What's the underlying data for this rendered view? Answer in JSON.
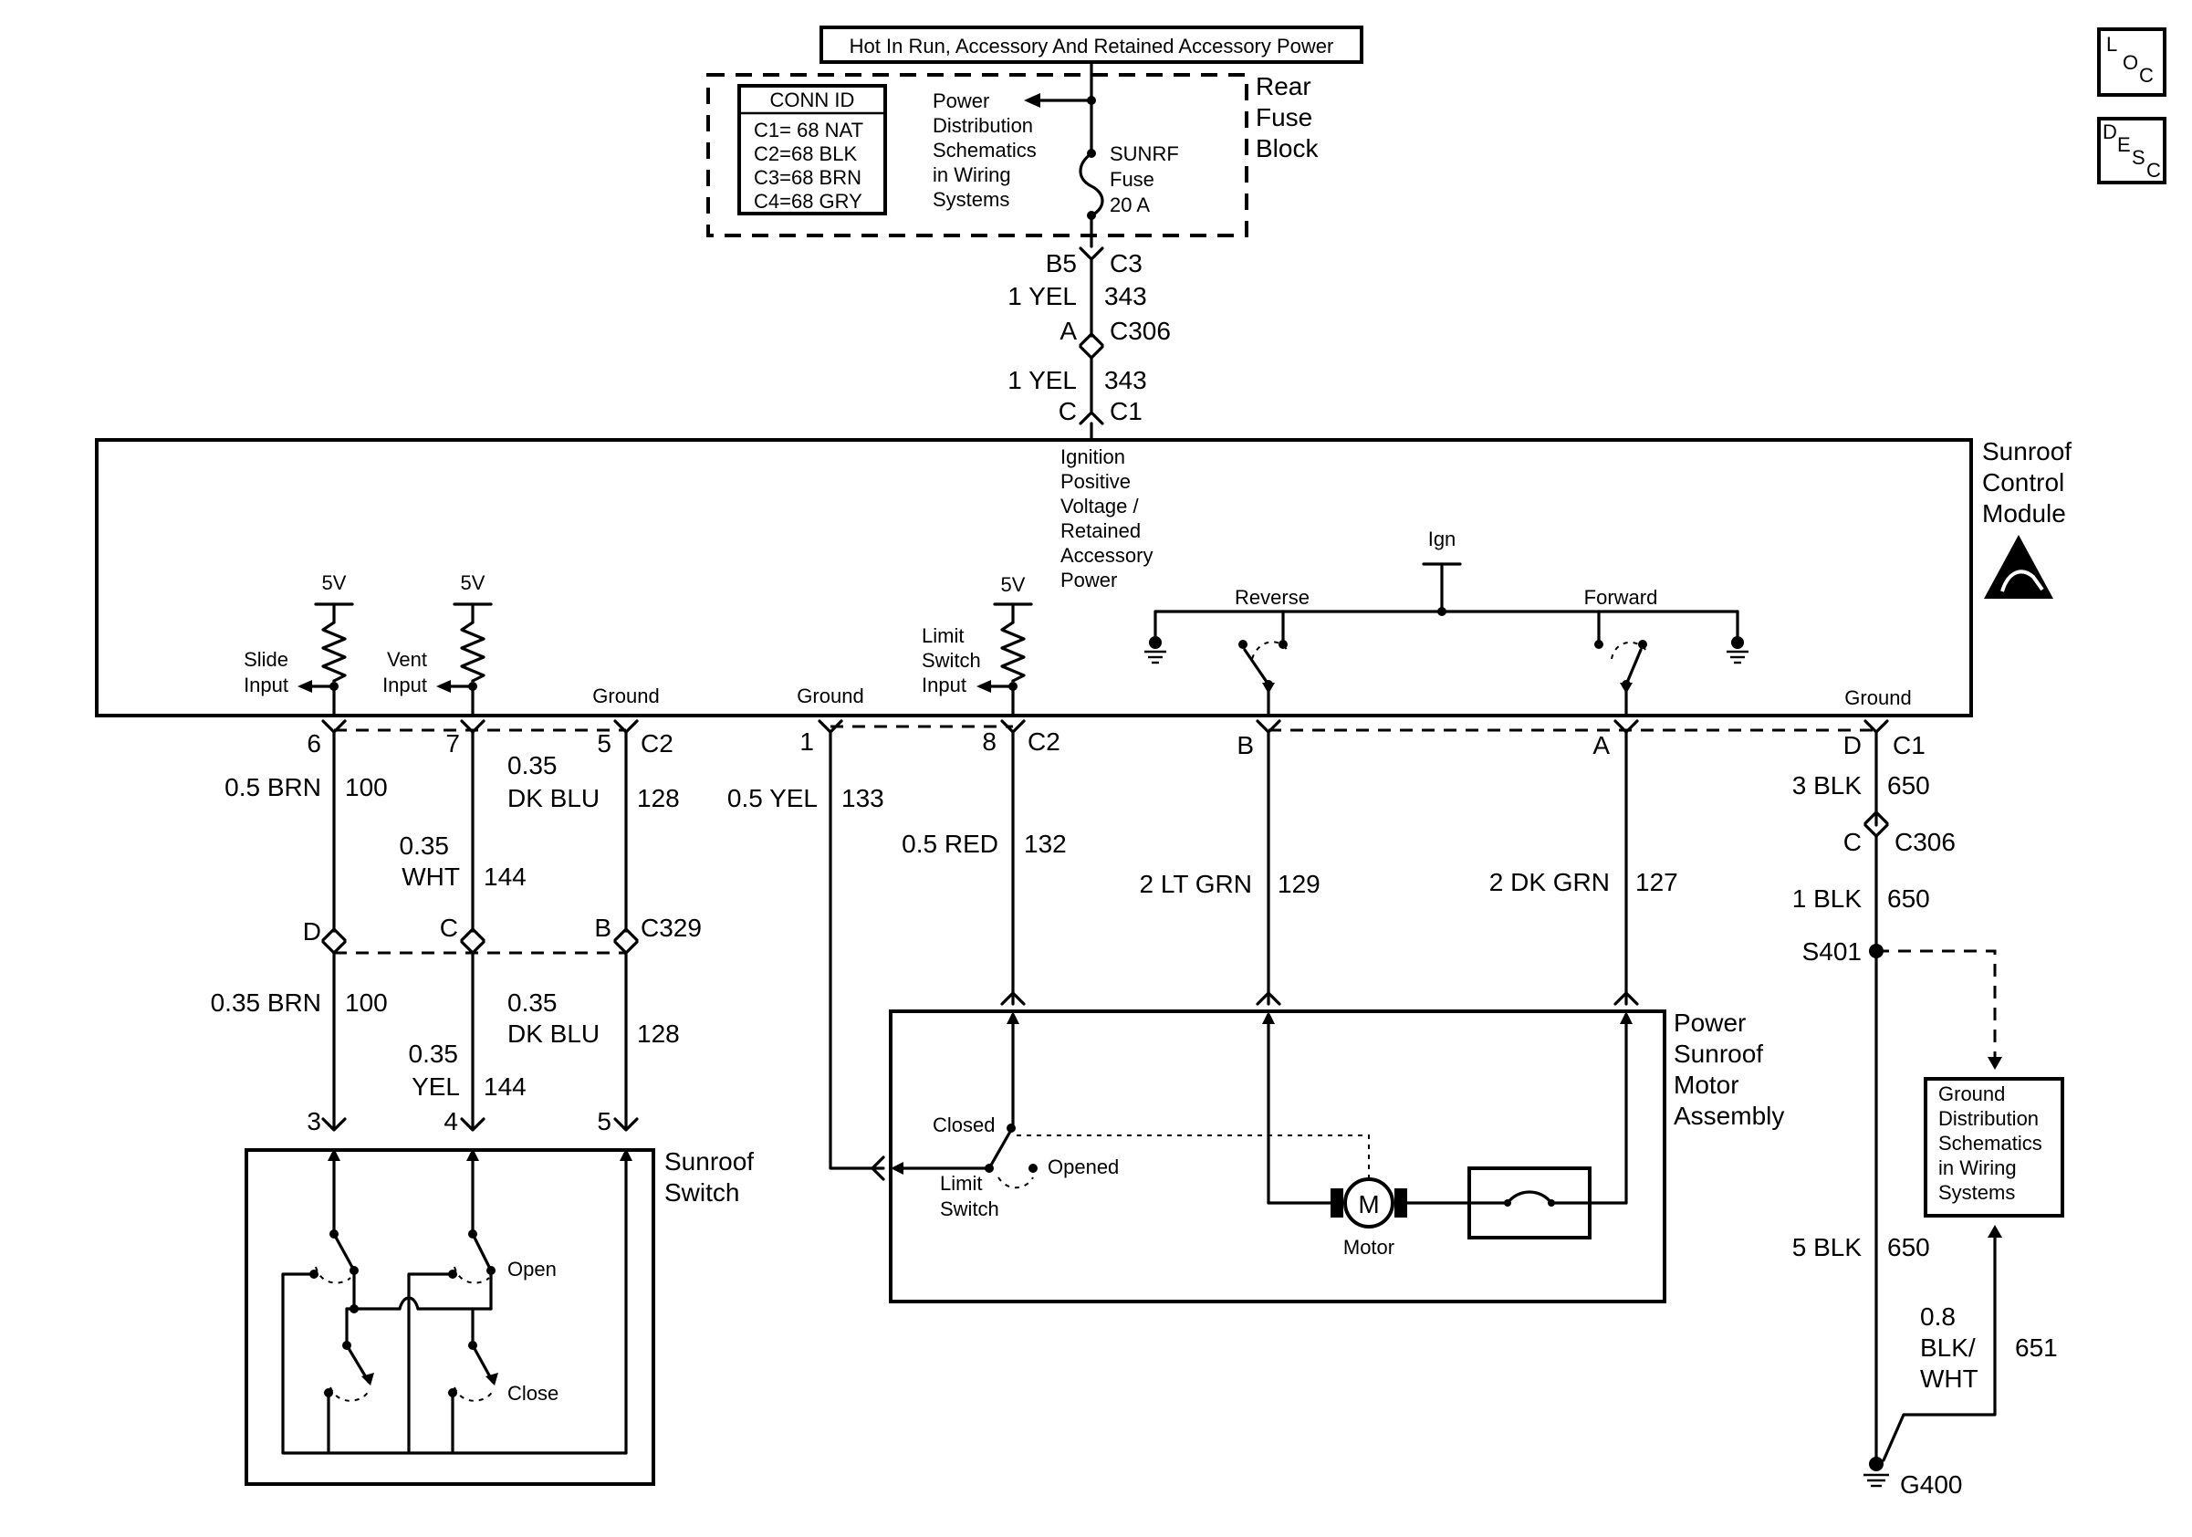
{
  "header": {
    "power_box": "Hot In Run, Accessory And Retained Accessory Power",
    "loc_icon": {
      "l": "L",
      "oc": "O",
      "c": "C"
    },
    "desc_icon": {
      "d": "D",
      "e": "E",
      "s": "S",
      "c": "C"
    }
  },
  "rear_fuse_block": {
    "label": [
      "Rear",
      "Fuse",
      "Block"
    ],
    "conn_id_title": "CONN ID",
    "conn_ids": [
      "C1= 68 NAT",
      "C2=68 BLK",
      "C3=68 BRN",
      "C4=68 GRY"
    ],
    "pds": [
      "Power",
      "Distribution",
      "Schematics",
      "in Wiring",
      "Systems"
    ],
    "fuse": [
      "SUNRF",
      "Fuse",
      "20 A"
    ]
  },
  "feed": {
    "pin_b5": "B5",
    "conn_c3": "C3",
    "wire_1": "1 YEL",
    "circuit_1": "343",
    "pin_a": "A",
    "conn_c306": "C306",
    "wire_2": "1 YEL",
    "circuit_2": "343",
    "pin_c": "C",
    "conn_c1": "C1"
  },
  "module": {
    "label": [
      "Sunroof",
      "Control",
      "Module"
    ],
    "ign_text": [
      "Ignition",
      "Positive",
      "Voltage /",
      "Retained",
      "Accessory",
      "Power"
    ],
    "slide_input": [
      "Slide",
      "Input"
    ],
    "vent_input": [
      "Vent",
      "Input"
    ],
    "limit_input": [
      "Limit",
      "Switch",
      "Input"
    ],
    "v5": "5V",
    "ground": "Ground",
    "reverse": "Reverse",
    "forward": "Forward",
    "ign": "Ign"
  },
  "pins_top": {
    "p6": "6",
    "p7": "7",
    "p5": "5",
    "c2a": "C2",
    "p1": "1",
    "p8": "8",
    "c2b": "C2",
    "pB": "B",
    "pA": "A",
    "pD": "D",
    "c1": "C1"
  },
  "wires_upper": {
    "w100": "0.5 BRN",
    "c100": "100",
    "w144a": "0.35",
    "w144b": "WHT",
    "c144": "144",
    "w128a": "0.35",
    "w128b": "DK BLU",
    "c128": "128",
    "w133": "0.5 YEL",
    "c133": "133",
    "w132": "0.5 RED",
    "c132": "132",
    "w129": "2 LT GRN",
    "c129": "129",
    "w127": "2 DK GRN",
    "c127": "127",
    "w650": "3 BLK",
    "c650": "650"
  },
  "c329": {
    "pD": "D",
    "pC": "C",
    "pB": "B",
    "name": "C329"
  },
  "wires_lower": {
    "w100": "0.35 BRN",
    "c100": "100",
    "w144a": "0.35",
    "w144b": "YEL",
    "c144": "144",
    "w128a": "0.35",
    "w128b": "DK BLU",
    "c128": "128"
  },
  "switch": {
    "p3": "3",
    "p4": "4",
    "p5": "5",
    "label": [
      "Sunroof",
      "Switch"
    ],
    "open": "Open",
    "close": "Close"
  },
  "motor_assembly": {
    "label": [
      "Power",
      "Sunroof",
      "Motor",
      "Assembly"
    ],
    "closed": "Closed",
    "opened": "Opened",
    "limit": [
      "Limit",
      "Switch"
    ],
    "motor_letter": "M",
    "motor": "Motor"
  },
  "ground_path": {
    "pC": "C",
    "c306": "C306",
    "w1": "1 BLK",
    "c1": "650",
    "s401": "S401",
    "gds": [
      "Ground",
      "Distribution",
      "Schematics",
      "in Wiring",
      "Systems"
    ],
    "w5": "5 BLK",
    "c5": "650",
    "w08a": "0.8",
    "w08b": "BLK/",
    "w08c": "WHT",
    "c651": "651",
    "g400": "G400"
  }
}
